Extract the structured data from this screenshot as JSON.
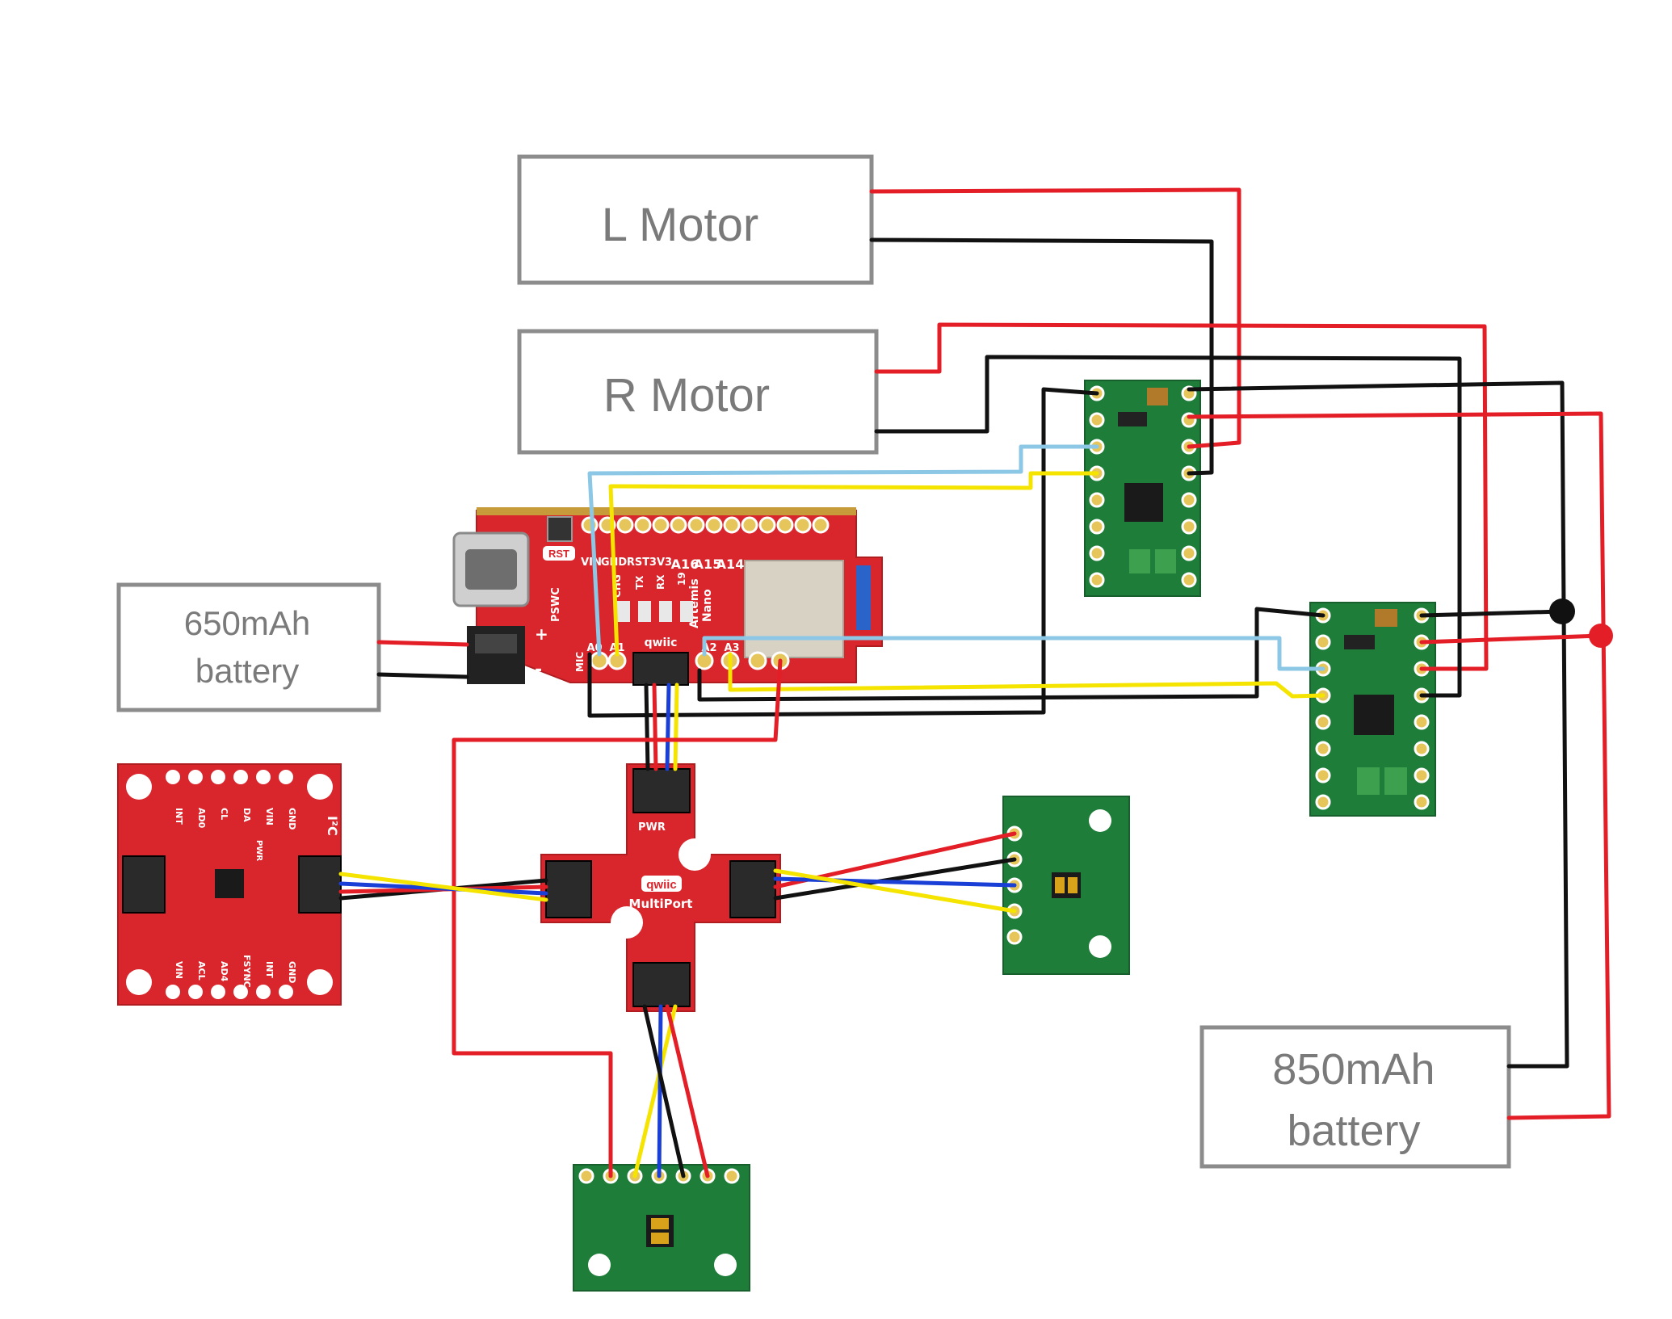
{
  "boxes": {
    "l_motor": "L Motor",
    "r_motor": "R Motor",
    "battery_650": [
      "650mAh",
      "battery"
    ],
    "battery_850": [
      "850mAh",
      "battery"
    ]
  },
  "artemis_board": {
    "top_labels": [
      "VIN",
      "GND",
      "RST",
      "3V3",
      "A16",
      "A15",
      "A14"
    ],
    "side_labels": [
      "PSWC",
      "CHG",
      "TX",
      "RX",
      "19"
    ],
    "name": [
      "Artemis",
      "Nano"
    ],
    "bottom_labels": [
      "A0",
      "A1",
      "A2",
      "A3"
    ],
    "mic": "MIC",
    "rst": "RST",
    "qwiic": "qwiic",
    "plus": "+",
    "minus": "-"
  },
  "multiport": {
    "logo": "qwiic",
    "name": "MultiPort",
    "pwr": "PWR"
  },
  "imu_board": {
    "top_pins": [
      "INT",
      "AD0",
      "CL",
      "DA",
      "VIN",
      "GND"
    ],
    "bottom_pins": [
      "VIN",
      "ACL",
      "AD4",
      "FSYNC",
      "INT",
      "GND"
    ],
    "i2c": "I²C",
    "pwr": "PWR"
  },
  "colors": {
    "red_wire": "#e41e26",
    "black_wire": "#111111",
    "blue_wire": "#8cc8e6",
    "yellow_wire": "#f5e400",
    "qwiic_blue": "#1a3fd6",
    "sparkfun_red": "#d8262c",
    "pololu_green": "#1f7d3a",
    "box_border": "#8c8c8c"
  }
}
